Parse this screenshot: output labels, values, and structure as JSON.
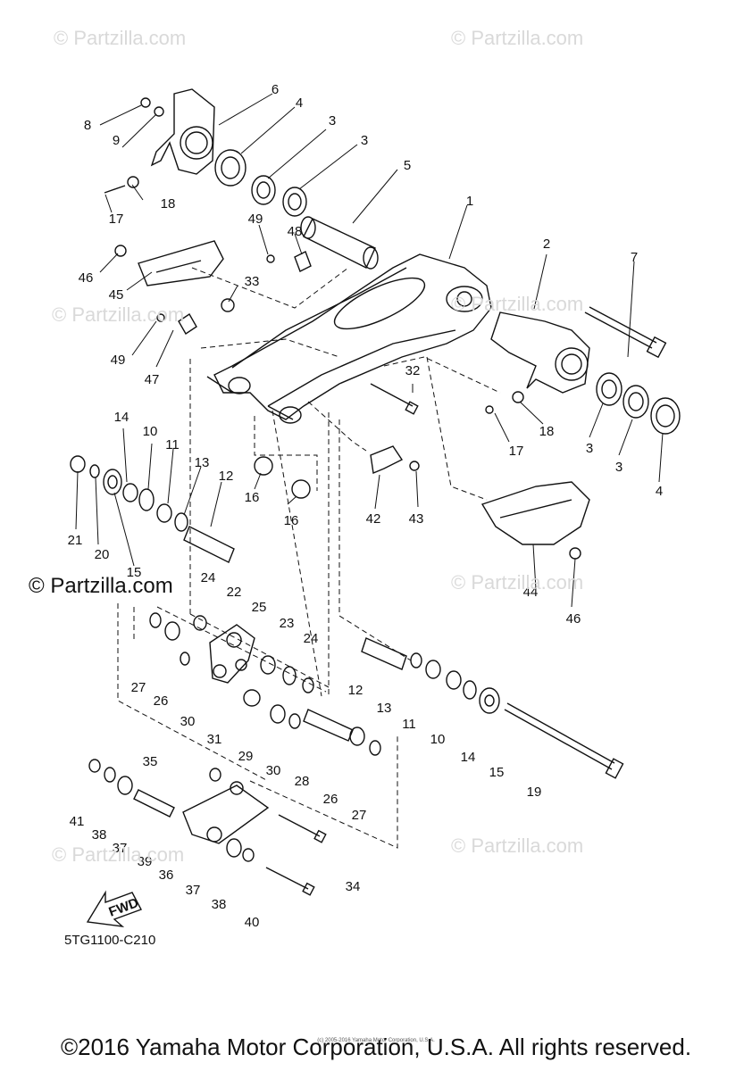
{
  "watermarks": [
    "© Partzilla.com",
    "© Partzilla.com",
    "© Partzilla.com",
    "© Partzilla.com",
    "© Partzilla.com",
    "© Partzilla.com",
    "© Partzilla.com"
  ],
  "watermark_strong": "© Partzilla.com",
  "fwd_label": "FWD",
  "diagram_code": "5TG1100-C210",
  "tiny_notice": "(c) 2005-2016 Yamaha Motor Corporation, U.S.A.",
  "footer": "©2016 Yamaha Motor Corporation, U.S.A. All rights reserved.",
  "callouts": [
    "6",
    "4",
    "3",
    "3",
    "8",
    "9",
    "5",
    "1",
    "18",
    "17",
    "49",
    "48",
    "2",
    "7",
    "46",
    "45",
    "33",
    "49",
    "47",
    "32",
    "17",
    "18",
    "3",
    "3",
    "4",
    "14",
    "10",
    "11",
    "13",
    "12",
    "16",
    "16",
    "42",
    "43",
    "21",
    "20",
    "15",
    "24",
    "22",
    "25",
    "23",
    "24",
    "44",
    "46",
    "27",
    "26",
    "30",
    "31",
    "29",
    "30",
    "12",
    "13",
    "11",
    "10",
    "14",
    "15",
    "28",
    "26",
    "27",
    "19",
    "35",
    "41",
    "38",
    "37",
    "39",
    "36",
    "34",
    "37",
    "38",
    "40"
  ]
}
